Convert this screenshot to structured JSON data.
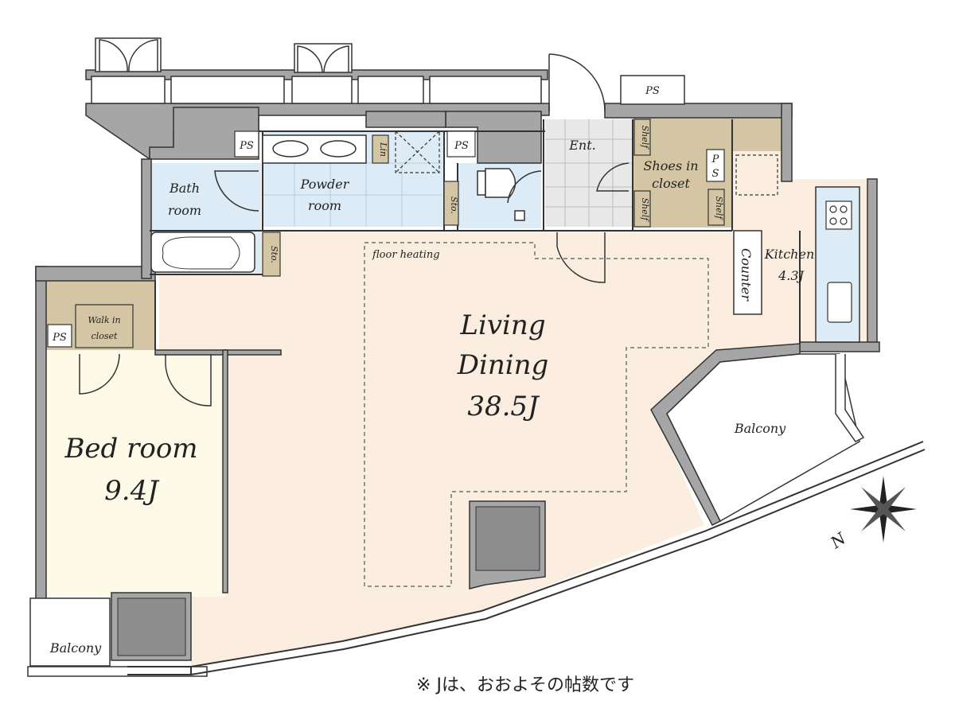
{
  "rooms": {
    "living": {
      "line1": "Living",
      "line2": "Dining",
      "size": "38.5J"
    },
    "bedroom": {
      "line1": "Bed room",
      "size": "9.4J"
    },
    "kitchen": {
      "line1": "Kitchen",
      "size": "4.3J"
    },
    "bath": {
      "line1": "Bath",
      "line2": "room"
    },
    "powder": {
      "line1": "Powder",
      "line2": "room"
    },
    "entrance": "Ent.",
    "shoes": {
      "line1": "Shoes in",
      "line2": "closet"
    },
    "walkin": {
      "line1": "Walk in",
      "line2": "closet"
    },
    "balcony_right": "Balcony",
    "balcony_left": "Balcony"
  },
  "labels": {
    "floor_heating": "floor heating",
    "counter": "Counter",
    "lin": "Lin",
    "sto": "Sto.",
    "shelf": "Shelf",
    "ps": "PS",
    "ps_vertical": [
      "P",
      "S"
    ]
  },
  "compass": {
    "north_label": "N"
  },
  "footnote": "※ Jは、おおよその帖数です",
  "colors": {
    "wall": "#a6a6a6",
    "wall_stroke": "#333333",
    "living_floor": "#fbeee0",
    "bedroom_floor": "#fdfbe8",
    "wet_area": "#dcebf5",
    "closet": "#d4c6a4",
    "kitchen_floor": "#fbeee0"
  }
}
